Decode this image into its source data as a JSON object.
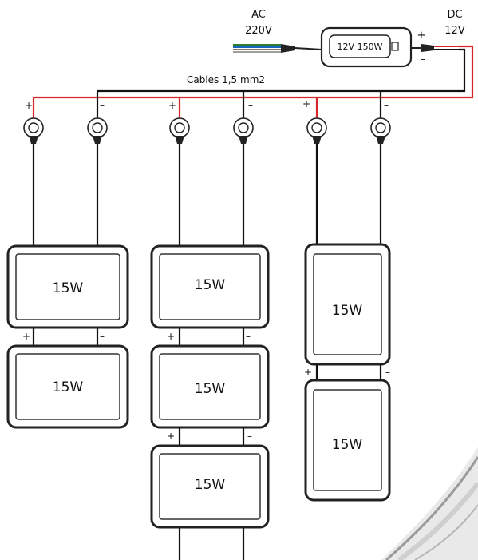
{
  "ac_label": "AC",
  "ac_voltage": "220V",
  "dc_label": "DC",
  "dc_voltage": "12V",
  "psu_label": "12V 150W",
  "cable_label": "Cables 1,5 mm2",
  "plus": "+",
  "minus": "–",
  "panel_label": "15W",
  "colors": {
    "positive_wire": "#d62828",
    "negative_wire": "#111111",
    "ac_wires": [
      "#2e7d32",
      "#1565c0",
      "#8d6e63",
      "#9e9e9e"
    ]
  }
}
